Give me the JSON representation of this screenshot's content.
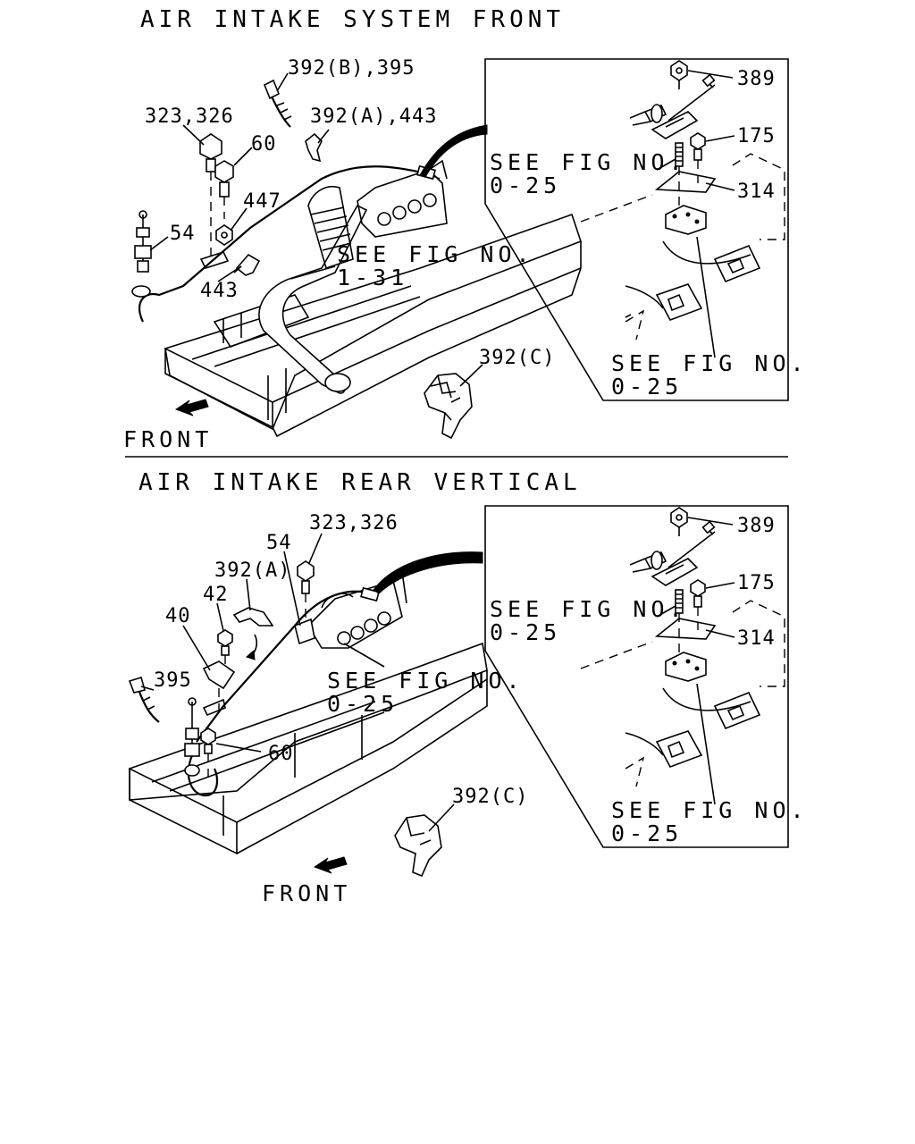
{
  "sections": [
    {
      "title": "AIR INTAKE SYSTEM FRONT",
      "front_label": "FRONT",
      "part_labels": {
        "p392b_395": "392(B),395",
        "p323_326": "323,326",
        "p392a_443": "392(A),443",
        "p60": "60",
        "p447": "447",
        "p54": "54",
        "p443": "443",
        "p392c": "392(C)"
      },
      "see_fig": {
        "line1": "SEE FIG NO.",
        "line2": "1-31"
      },
      "detail": {
        "parts": {
          "p389": "389",
          "p175": "175",
          "p314": "314"
        },
        "see_fig_a": {
          "line1": "SEE FIG NO.",
          "line2": "0-25"
        },
        "see_fig_b": {
          "line1": "SEE FIG NO.",
          "line2": "0-25"
        }
      }
    },
    {
      "title": "AIR INTAKE REAR VERTICAL",
      "front_label": "FRONT",
      "part_labels": {
        "p323_326": "323,326",
        "p54": "54",
        "p392a": "392(A)",
        "p42": "42",
        "p40": "40",
        "p395": "395",
        "p60": "60",
        "p392c": "392(C)"
      },
      "see_fig": {
        "line1": "SEE FIG NO.",
        "line2": "0-25"
      },
      "detail": {
        "parts": {
          "p389": "389",
          "p175": "175",
          "p314": "314"
        },
        "see_fig_a": {
          "line1": "SEE FIG NO.",
          "line2": "0-25"
        },
        "see_fig_b": {
          "line1": "SEE FIG NO.",
          "line2": "0-25"
        }
      }
    }
  ]
}
